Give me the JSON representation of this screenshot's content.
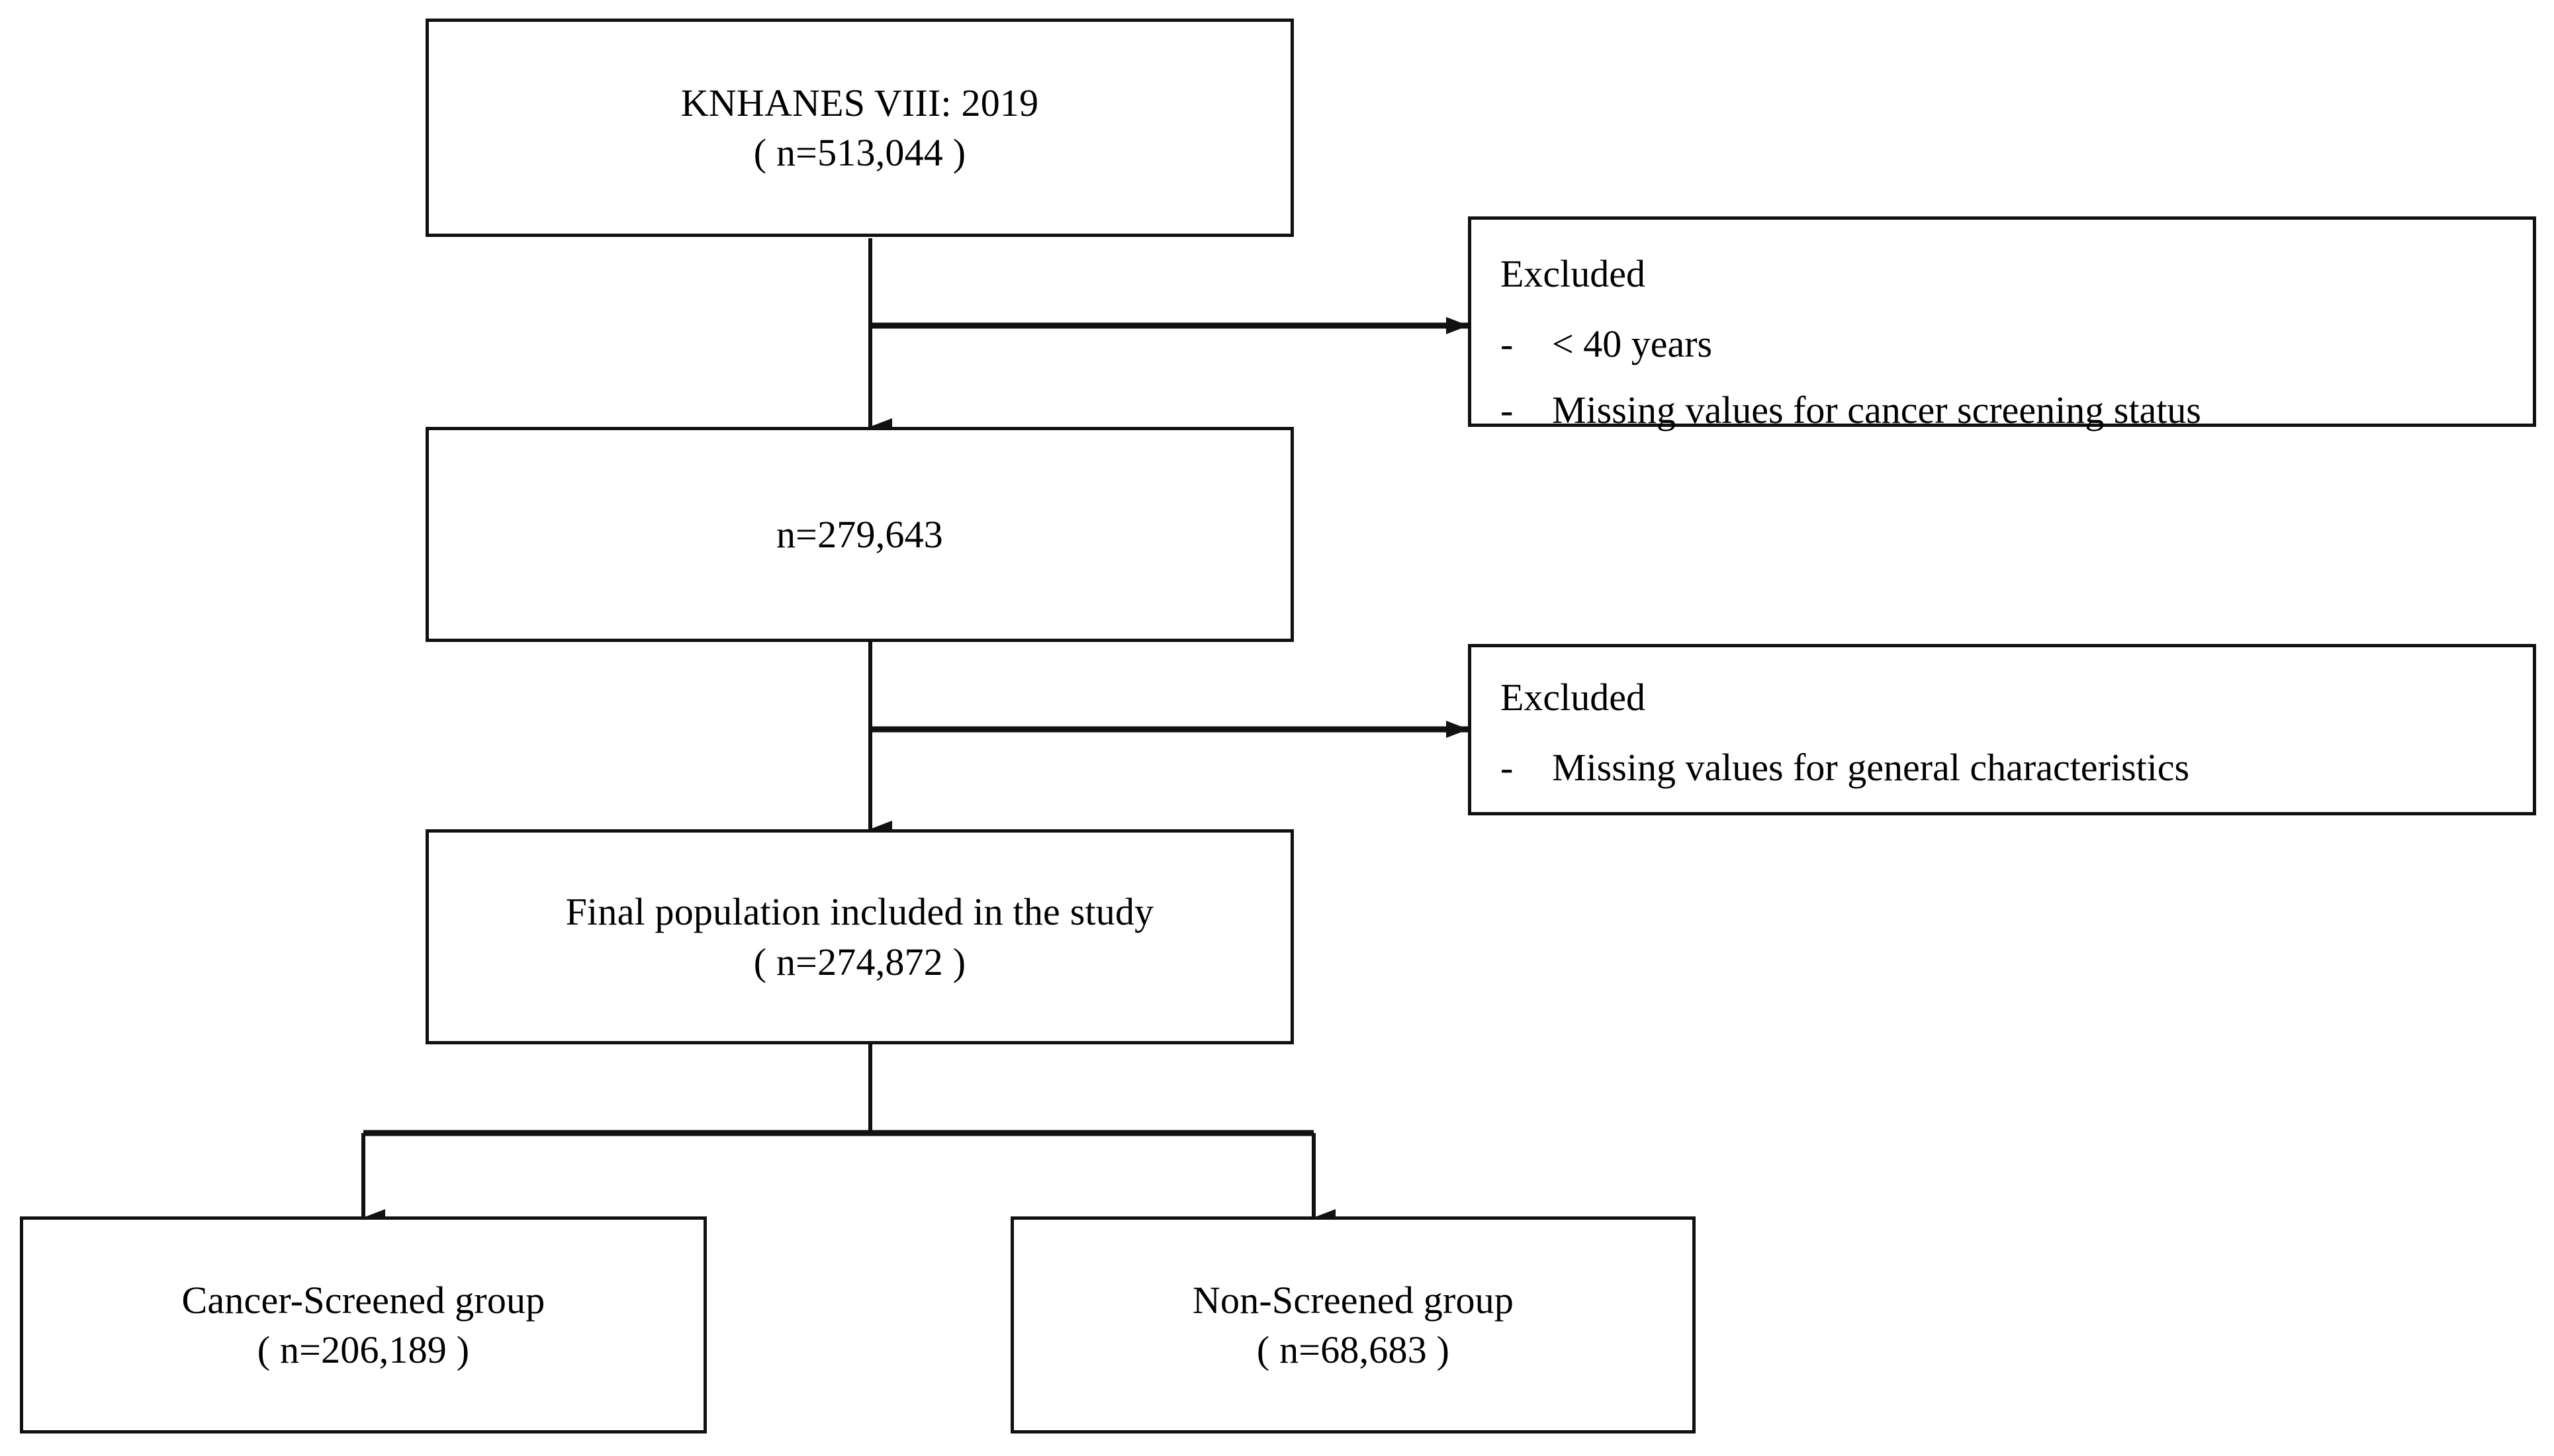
{
  "diagram": {
    "title": "Study population selection flowchart",
    "type": "flowchart",
    "line_color": "#111111",
    "background_color": "#ffffff"
  },
  "nodes": {
    "source_cohort": {
      "line1": "KNHANES VIII: 2019",
      "line2": "( n=513,044 )"
    },
    "after_first_exclusion": {
      "line1": "n=279,643"
    },
    "final_population": {
      "line1": "Final population included in the study",
      "line2": "( n=274,872 )"
    },
    "screened_group": {
      "line1": "Cancer-Screened group",
      "line2": "( n=206,189 )"
    },
    "non_screened_group": {
      "line1": "Non-Screened group",
      "line2": "( n=68,683 )"
    }
  },
  "exclusions": {
    "first": {
      "title": "Excluded",
      "bullet_glyph": "-",
      "items": [
        "< 40 years",
        "Missing values for cancer screening status"
      ]
    },
    "second": {
      "title": "Excluded",
      "bullet_glyph": "-",
      "items": [
        "Missing values for general characteristics"
      ]
    }
  },
  "counts": {
    "source_n": "513,044",
    "after_first_exclusion_n": "279,643",
    "final_n": "274,872",
    "screened_n": "206,189",
    "non_screened_n": "68,683"
  }
}
